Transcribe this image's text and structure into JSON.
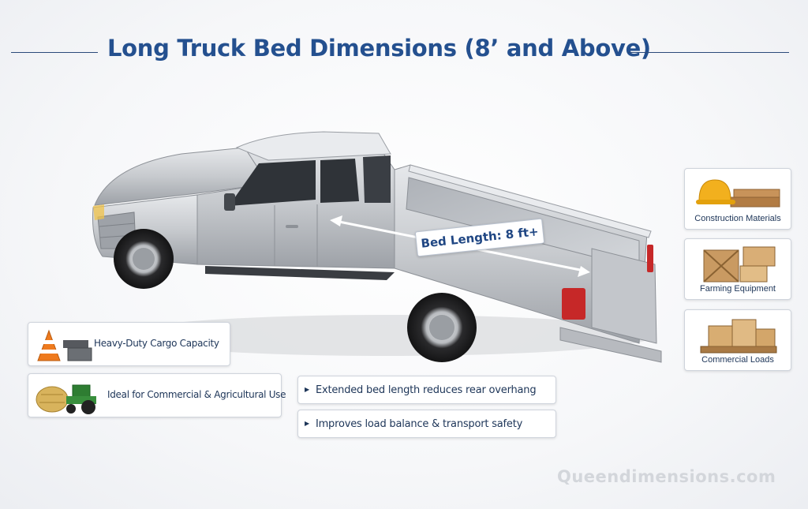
{
  "header": {
    "title": "Long Truck Bed Dimensions (8’ and Above)"
  },
  "truck": {
    "bed_length_label": "Bed Length: 8 ft+",
    "icon": "pickup-truck-image"
  },
  "use_cases": [
    {
      "label": "Construction Materials",
      "icon": "hard-hat-lumber-icon"
    },
    {
      "label": "Farming Equipment",
      "icon": "wooden-crates-icon"
    },
    {
      "label": "Commercial Loads",
      "icon": "pallet-boxes-icon"
    }
  ],
  "features": [
    {
      "label": "Heavy-Duty Cargo Capacity",
      "icon": "cone-steel-beam-icon"
    },
    {
      "label": "Ideal for Commercial & Agricultural Use",
      "icon": "tractor-hay-bale-icon"
    }
  ],
  "benefits": [
    {
      "label": "Extended bed length reduces rear overhang"
    },
    {
      "label": "Improves load balance & transport safety"
    }
  ],
  "footer": {
    "watermark": "Queendimensions.com"
  },
  "colors": {
    "title": "#24508f",
    "truck_body": "#c9ccd1",
    "accent_red": "#c62828",
    "card_border": "#cfd4dc"
  }
}
